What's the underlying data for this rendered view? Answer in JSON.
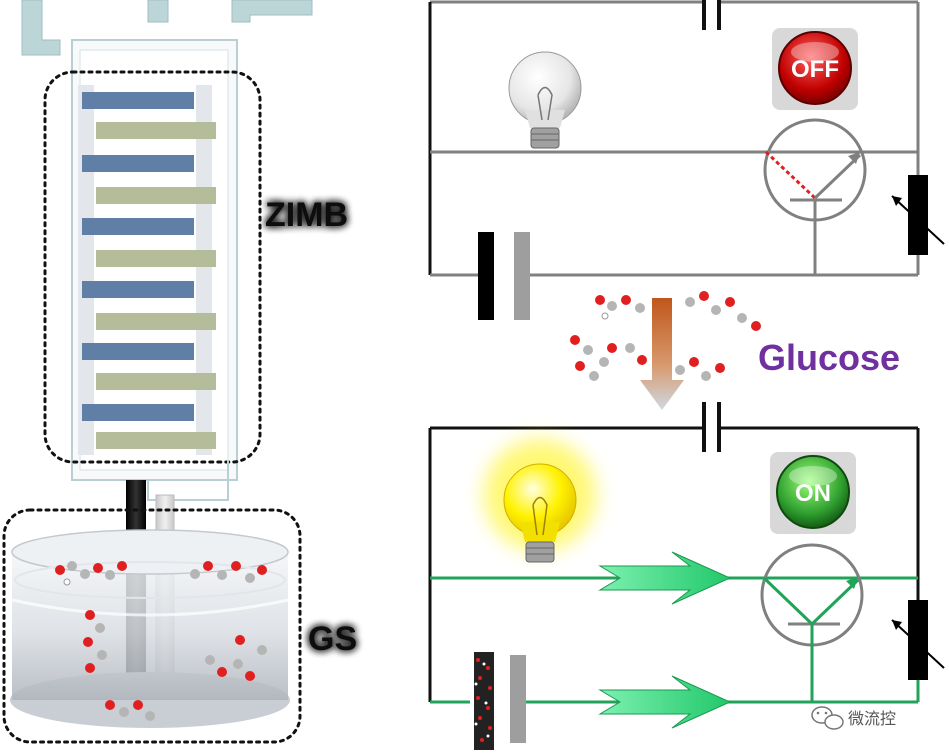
{
  "labels": {
    "zimb": "ZIMB",
    "gs": "GS",
    "glucose": "Glucose"
  },
  "switches": {
    "off_text": "OFF",
    "on_text": "ON"
  },
  "watermark": {
    "text": "微流控",
    "icon": "wechat-icon"
  },
  "colors": {
    "off_wire": "#808080",
    "on_wire": "#22a35a",
    "glucose_label": "#7030a0",
    "label_glow": "#9dc3e6",
    "off_button": "#c00000",
    "on_button": "#2e9e2e",
    "anode_strip": "#5f7fa6",
    "cathode_strip": "#b5bc9a",
    "arrow_green": "#3ee08a",
    "bulb_on": "#fff200"
  },
  "icons": {
    "bulb_off": "light-bulb-off-icon",
    "bulb_on": "light-bulb-on-icon",
    "transistor": "transistor-icon",
    "resistor": "variable-resistor-icon",
    "battery": "battery-icon",
    "molecule": "glucose-molecule-icon"
  }
}
